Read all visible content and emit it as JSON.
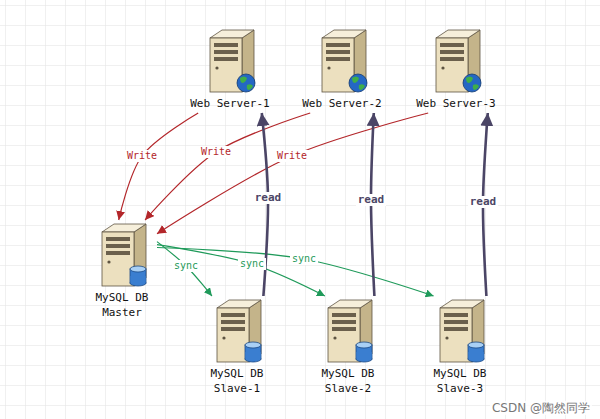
{
  "diagram": {
    "nodes": [
      {
        "text": [
          "Web Server-1"
        ]
      },
      {
        "text": [
          "Web Server-2"
        ]
      },
      {
        "text": [
          "Web Server-3"
        ]
      },
      {
        "text": [
          "MySQL DB Master"
        ]
      },
      {
        "text": [
          "MySQL DB Slave-1"
        ]
      },
      {
        "text": [
          "MySQL DB Slave-2"
        ]
      },
      {
        "text": [
          "MySQL DB Slave-3"
        ]
      }
    ],
    "edges": [
      {
        "from": 0,
        "to": 3,
        "label": "Write",
        "arrow": "to"
      },
      {
        "from": 1,
        "to": 3,
        "label": "Write",
        "arrow": "to"
      },
      {
        "from": 2,
        "to": 3,
        "label": "Write",
        "arrow": "to"
      },
      {
        "from": 3,
        "to": 4,
        "label": "sync",
        "arrow": "to"
      },
      {
        "from": 3,
        "to": 5,
        "label": "sync",
        "arrow": "to"
      },
      {
        "from": 3,
        "to": 6,
        "label": "sync",
        "arrow": "to"
      },
      {
        "from": 4,
        "to": 0,
        "label": "read",
        "arrow": "to"
      },
      {
        "from": 5,
        "to": 1,
        "label": "read",
        "arrow": "to"
      },
      {
        "from": 6,
        "to": 2,
        "label": "read",
        "arrow": "to"
      }
    ],
    "labels": [
      "CSDN @陶然同学"
    ]
  }
}
